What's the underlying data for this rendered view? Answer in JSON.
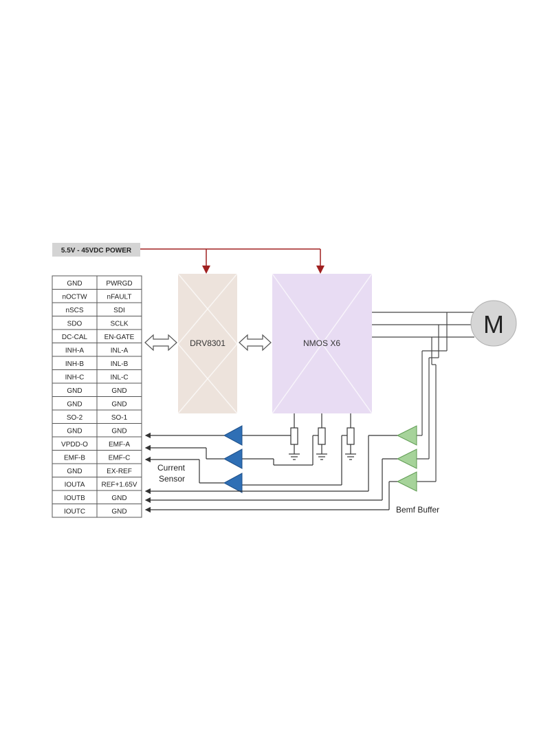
{
  "power": {
    "label": "5.5V - 45VDC POWER",
    "arrow_color": "#a02020"
  },
  "pins": [
    [
      "GND",
      "PWRGD"
    ],
    [
      "nOCTW",
      "nFAULT"
    ],
    [
      "nSCS",
      "SDI"
    ],
    [
      "SDO",
      "SCLK"
    ],
    [
      "DC-CAL",
      "EN-GATE"
    ],
    [
      "INH-A",
      "INL-A"
    ],
    [
      "INH-B",
      "INL-B"
    ],
    [
      "INH-C",
      "INL-C"
    ],
    [
      "GND",
      "GND"
    ],
    [
      "GND",
      "GND"
    ],
    [
      "SO-2",
      "SO-1"
    ],
    [
      "GND",
      "GND"
    ],
    [
      "VPDD-O",
      "EMF-A"
    ],
    [
      "EMF-B",
      "EMF-C"
    ],
    [
      "GND",
      "EX-REF"
    ],
    [
      "IOUTA",
      "REF+1.65V"
    ],
    [
      "IOUTB",
      "GND"
    ],
    [
      "IOUTC",
      "GND"
    ]
  ],
  "blocks": {
    "driver": {
      "label": "DRV8301",
      "color": "#ede3dc"
    },
    "mosfet": {
      "label": "NMOS X6",
      "color": "#e8dcf3"
    }
  },
  "motor": {
    "label": "M",
    "color": "#d6d6d6"
  },
  "labels": {
    "current_sensor_line1": "Current",
    "current_sensor_line2": "Sensor",
    "bemf_buffer": "Bemf  Buffer"
  },
  "colors": {
    "sense_amp": "#2f6fb5",
    "bemf_buffer": "#a6d39a",
    "wire": "#333333"
  }
}
